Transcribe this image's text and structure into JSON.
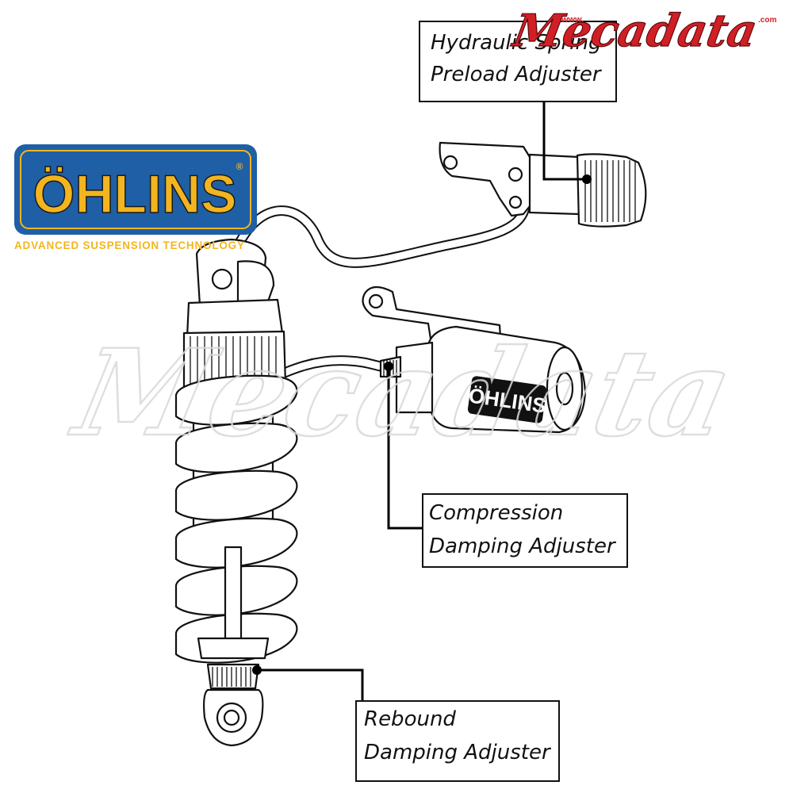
{
  "logo": {
    "brand": "ÖHLINS",
    "registered": "®",
    "tagline": "ADVANCED SUSPENSION TECHNOLOGY",
    "colors": {
      "blue": "#1f5fa6",
      "yellow": "#f2b51f"
    }
  },
  "watermark": {
    "top_prefix": "www.",
    "top_name": "Mecadata",
    "top_suffix": ".com",
    "center_name": "Mecadata",
    "color": "#d11f26"
  },
  "reservoir_badge": "ÖHLINS",
  "callouts": {
    "preload": {
      "line1": "Hydraulic Spring",
      "line2": "Preload Adjuster"
    },
    "compression": {
      "line1": "Compression",
      "line2": "Damping Adjuster"
    },
    "rebound": {
      "line1": "Rebound",
      "line2": "Damping Adjuster"
    }
  },
  "icons": {
    "logo": "ohlins-logo",
    "watermark": "mecadata-logo",
    "preload_knob": "knurled-knob-icon",
    "compression_knob": "knurled-knob-icon",
    "rebound_knob": "knurled-knob-icon"
  }
}
